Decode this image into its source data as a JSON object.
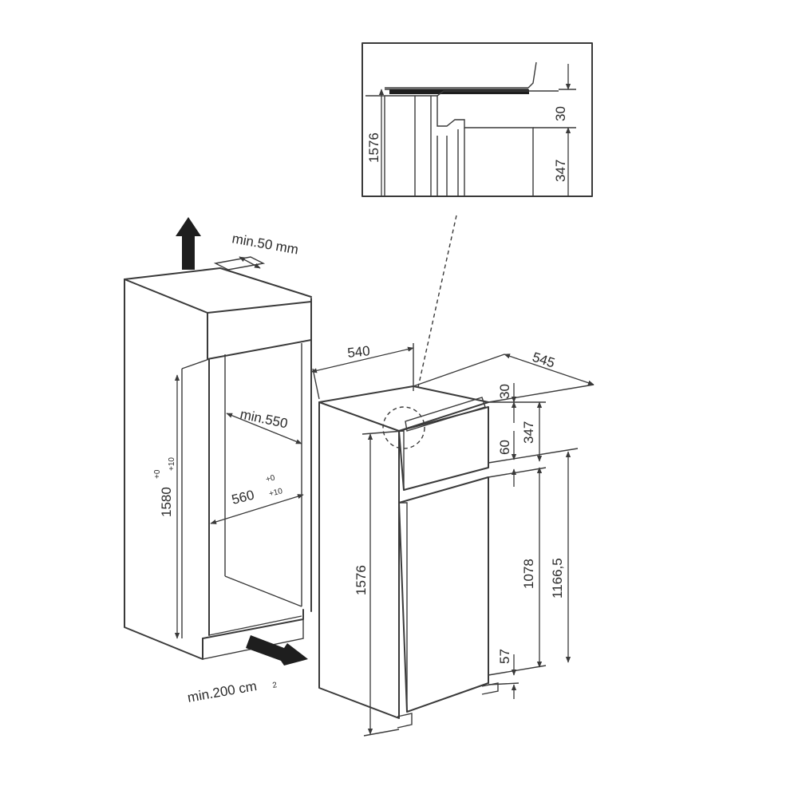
{
  "labels": {
    "min_50": "min.50 mm",
    "min_200": "min.200 cm",
    "min_200_sup": "2",
    "h1580": "1580",
    "h1580_tol_top": "+0",
    "h1580_tol_bot": "+10",
    "min550": "min.550",
    "w560": "560",
    "w560_tol_top": "+0",
    "w560_tol_bot": "+10",
    "d540": "540",
    "d545": "545",
    "v30": "30",
    "v347": "347",
    "v60": "60",
    "v1576": "1576",
    "v1078": "1078",
    "v1166": "1166,5",
    "v57": "57"
  },
  "detail": {
    "v1576": "1576",
    "v30": "30",
    "v347": "347"
  }
}
